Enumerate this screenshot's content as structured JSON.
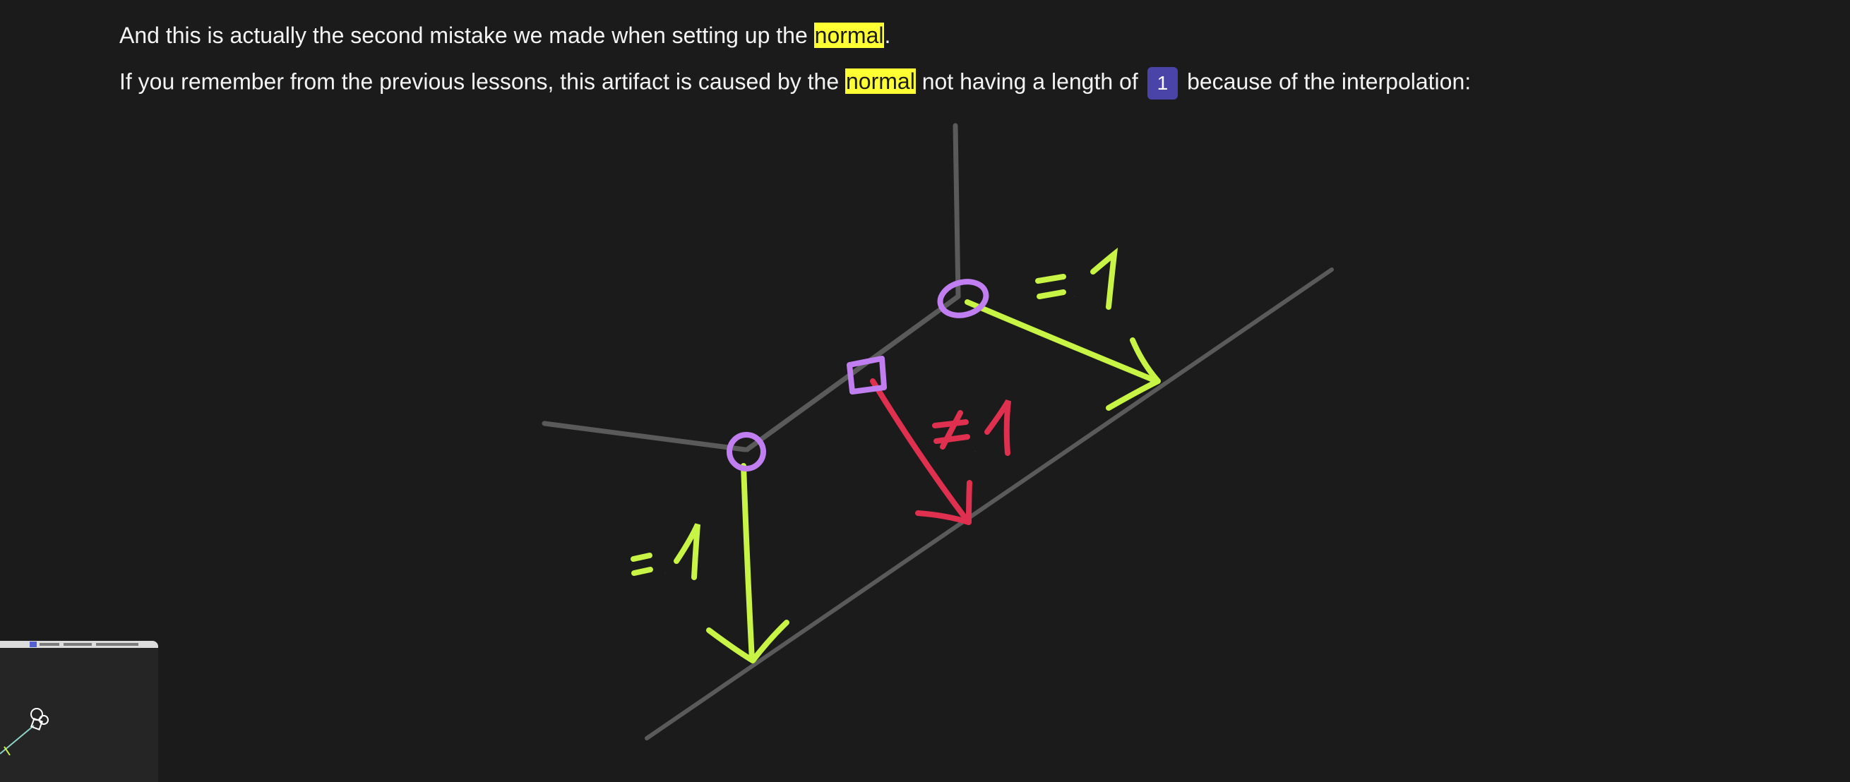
{
  "paragraphs": {
    "p1": {
      "before": "And this is actually the second mistake we made when setting up the ",
      "highlight": "normal",
      "after": "."
    },
    "p2": {
      "before": "If you remember from the previous lessons, this artifact is caused by the ",
      "highlight": "normal",
      "middle": " not having a length of ",
      "badge": "1",
      "after": " because of the interpolation:"
    }
  },
  "drawing": {
    "labels": {
      "top_right": "= 1",
      "middle": "≠ 1",
      "left": "= 1"
    },
    "colors": {
      "background": "#1b1b1b",
      "gray_lines": "#5a5a5a",
      "vertex_marker": "#c07ef0",
      "unit_normal": "#c8f545",
      "non_unit_normal": "#e0304f",
      "highlight": "#ffff33",
      "badge": "#4a44a8"
    }
  },
  "minimap": {
    "toolbar_icon": "toolbar-strip",
    "preview_icon": "mini-drawing-preview"
  }
}
